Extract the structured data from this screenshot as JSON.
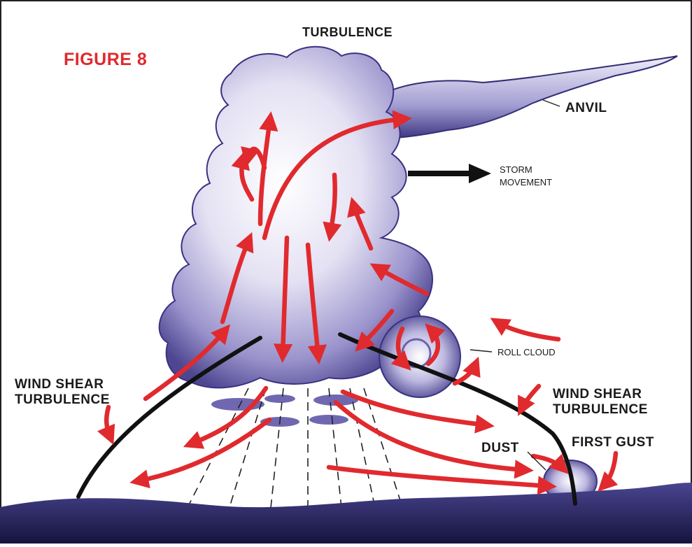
{
  "figure_label": "FIGURE 8",
  "title": "TURBULENCE",
  "labels": {
    "anvil": "ANVIL",
    "storm_movement_line1": "STORM",
    "storm_movement_line2": "MOVEMENT",
    "roll_cloud": "ROLL CLOUD",
    "wind_shear_left_line1": "WIND SHEAR",
    "wind_shear_left_line2": "TURBULENCE",
    "wind_shear_right_line1": "WIND SHEAR",
    "wind_shear_right_line2": "TURBULENCE",
    "dust": "DUST",
    "first_gust": "FIRST GUST"
  },
  "colors": {
    "arrow_red": "#e02a2e",
    "cloud_purple": "#7a74b8",
    "cloud_light": "#e9e7f5",
    "ground": "#2b2a63",
    "frame": "#222222"
  },
  "icons": [
    "storm-movement-arrow-icon"
  ]
}
